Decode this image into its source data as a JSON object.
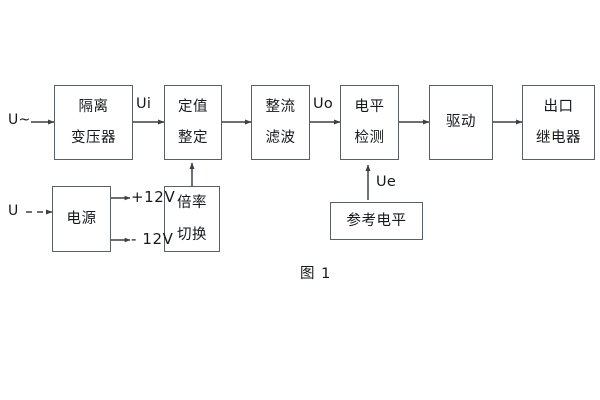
{
  "figure": {
    "caption": "图 1",
    "line_color": "#5a5f66",
    "text_color": "#16181c",
    "background": "#ffffff"
  },
  "blocks": [
    {
      "id": "isolation-transformer",
      "lines": [
        "隔离",
        "变压器"
      ]
    },
    {
      "id": "setpoint-setting",
      "lines": [
        "定值",
        "整定"
      ]
    },
    {
      "id": "rectify-filter",
      "lines": [
        "整流",
        "滤波"
      ]
    },
    {
      "id": "level-detection",
      "lines": [
        "电平",
        "检测"
      ]
    },
    {
      "id": "drive",
      "lines": [
        "驱动"
      ]
    },
    {
      "id": "output-relay",
      "lines": [
        "出口",
        "继电器"
      ]
    },
    {
      "id": "power-supply",
      "lines": [
        "电源"
      ]
    },
    {
      "id": "multiplier-switch",
      "lines": [
        "倍率",
        "切换"
      ]
    },
    {
      "id": "reference-level",
      "lines": [
        "参考电平"
      ]
    }
  ],
  "labels": {
    "input_ac": "U~",
    "input_dc": "U",
    "signal_ui": "Ui",
    "signal_uo": "Uo",
    "signal_ue": "Ue",
    "rail_positive": "+12V",
    "rail_negative": "- 12V"
  }
}
